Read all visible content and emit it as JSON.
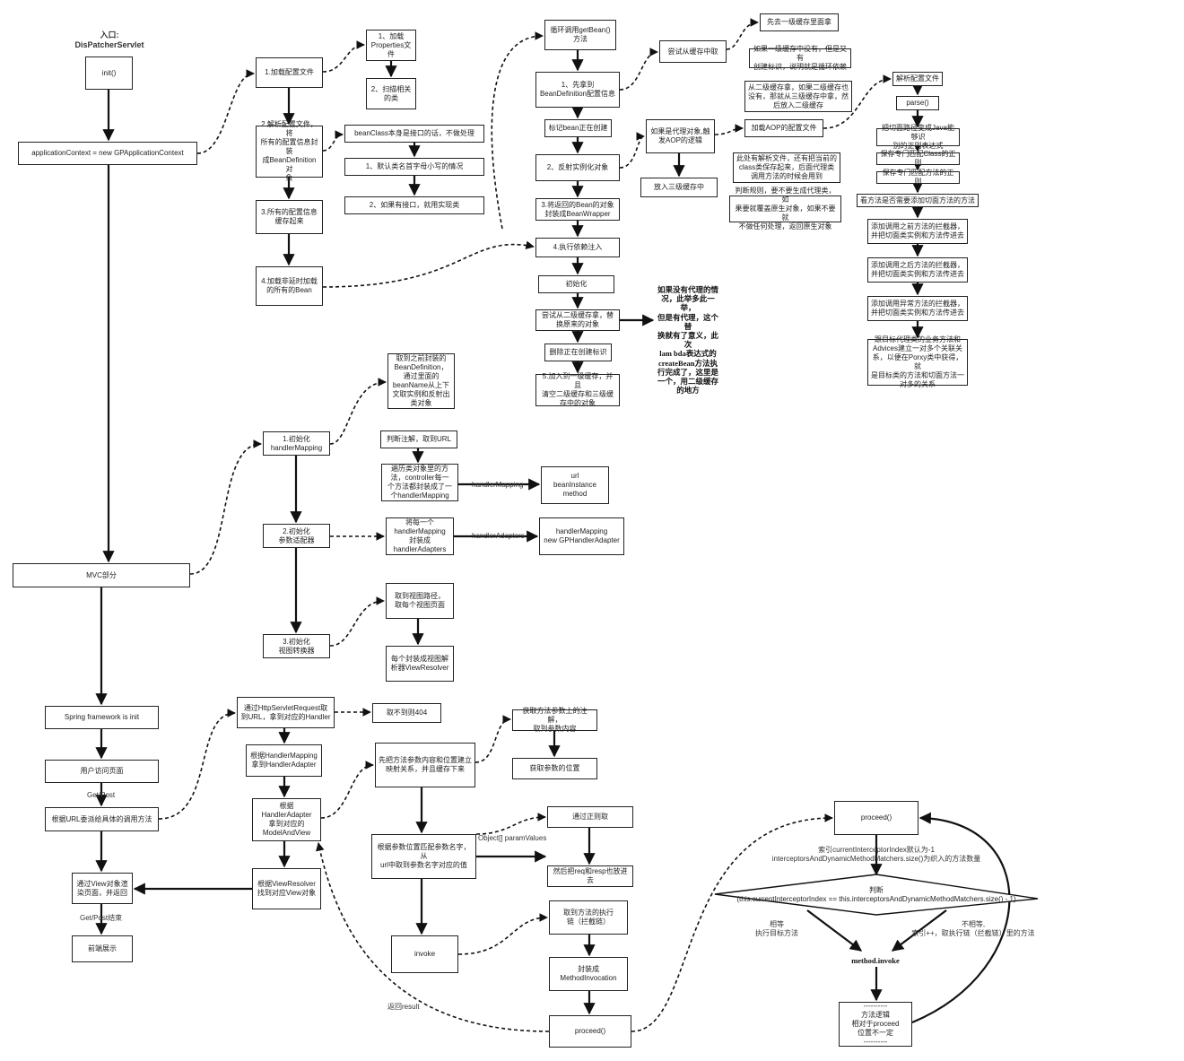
{
  "nodes": {
    "entry": "入口:\nDisPatcherServlet",
    "init": "init()",
    "appctx": "applicationContext = new GPApplicationContext",
    "load_cfg": "1.加载配置文件",
    "load_props": "1、加载\nProperties文\n件",
    "scan_pkg": "2、扫描相关\n的类",
    "parse_cfg": "2.解析配置文件，将\n所有的配置信息封装\n成BeanDefinition对\n象",
    "beanclass": "beanClass本身是接口的话，不做处理",
    "default_name": "1、默认类名首字母小写的情况",
    "iface_name": "2、如果有接口，就用实现类",
    "cache_cfg": "3.所有的配置信息\n缓存起来",
    "load_lazy": "4.加载非延时加载\n的所有的Bean",
    "loop_getbean": "循环调用getBean()\n方法",
    "get_bd": "1、先拿到\nBeanDefinition配置信息",
    "try_cache": "尝试从缓存中取",
    "first_cache": "先去一级缓存里面拿",
    "no_first": "如果一级缓存中没有，但是又有\n创建标识，说明就是循环依赖",
    "second_cache": "从二级缓存拿，如果二级缓存也\n没有，那就从三级缓存中拿，然\n后放入二级缓存",
    "mark_creating": "标记bean正在创建",
    "reflect_inst": "2、反射实例化对象",
    "proxy_aop": "如果是代理对象,触\n发AOP的逻辑",
    "put_third": "放入三级缓存中",
    "load_aop": "加载AOP的配置文件",
    "parse_aop": "此处有解析文件，还有把当前的\nclass类保存起来，后面代理类\n调用方法的时候会用到",
    "judge_proxy": "判断规则，要不要生成代理类，如\n果要就覆盖原生对象，如果不要就\n不做任何处理，返回原生对象",
    "wrap_bean": "3.将返回的Bean的对象\n封装成BeanWrapper",
    "di": "4.执行依赖注入",
    "init_bean": "初始化",
    "try_second": "尝试从二级缓存拿，替\n换原来的对象",
    "del_creating": "删除正在创建标识",
    "put_first": "5.加入到一级缓存，并且\n清空二级缓存和三级缓\n存中的对象",
    "parse_file": "解析配置文件",
    "parse_fn": "parse()",
    "regex_conv": "把切面路径变成Java能够识\n别的正则表达式",
    "save_class": "保存专门匹配Class的正则",
    "save_method": "保存专门匹配方法的正则",
    "need_proxy": "看方法是否需要添加切面方法的方法",
    "before_int": "添加调用之前方法的拦截器，\n并把切面类实例和方法传进去",
    "after_int": "添加调用之后方法的拦截器，\n并把切面类实例和方法传进去",
    "throw_int": "添加调用异常方法的拦截器，\n并把切面类实例和方法传进去",
    "advices": "跟目标代理类的业务方法和\nAdvices建立一对多个关联关\n系，以便在Porxy类中获得，就\n是目标类的方法和切面方法一\n对多的关系",
    "init_hm": "1.初始化\nhandlerMapping",
    "get_bds": "取到之前封装的\nBeanDefinition，\n通过里面的\nbeanName从上下\n文取实例和反射出\n类对象",
    "judge_anno": "判断注解，取到URL",
    "iter_methods": "遍历类对象里的方\n法，controller每一\n个方法都封装成了一\n个handlerMapping",
    "url_box": "url\nbeanInstance\nmethod",
    "init_ha": "2.初始化\n参数适配器",
    "wrap_ha": "将每一个\nhandlerMapping\n封装成\nhandlerAdapters",
    "ha_box": "handlerMapping\nnew GPHandlerAdapter",
    "mvc": "MVC部分",
    "init_vr": "3.初始化\n视图转换器",
    "get_view_path": "取到视图路径，\n取每个视图页面",
    "wrap_vr": "每个封装成视图解\n析器ViewResolver",
    "spring_init": "Spring framework is init",
    "user_visit": "用户访问页面",
    "dispatch_url": "根据URL委派给具体的调用方法",
    "view_render": "通过View对象渲\n染页面，并返回",
    "front_show": "前端展示",
    "get_handler": "通过HttpServletRequest取\n到URL，拿到对应的Handler",
    "not_found": "取不到则404",
    "get_adapter": "根据HandlerMapping\n拿到HandlerAdapter",
    "get_mav": "根据\nHandlerAdapter\n拿到对应的\nModelAndView",
    "get_view": "根据ViewResolver\n找到对应View对象",
    "build_param": "先把方法参数内容和位置建立\n映射关系，并且缓存下来",
    "get_param_anno": "获取方法参数上的注解，\n取到参数内容",
    "get_param_pos": "获取参数的位置",
    "match_param": "根据参数位置匹配参数名字，从\nurl中取到参数名字对应的值",
    "regex_get": "通过正则取",
    "put_req": "然后把req和resp也放进去",
    "invoke": "invoke",
    "get_chain": "取到方法的执行\n链（拦截链）",
    "wrap_mi": "封装成\nMethodInvocation",
    "proceed_a": "proceed()",
    "proceed_b": "proceed()",
    "logic": "----------\n方法逻辑\n相对于proceed\n位置不一定\n----------"
  },
  "labels": {
    "hm_arrow": "handlerMapping",
    "ha_arrow": "handlerAdapters",
    "get_post": "Get/Post",
    "get_post_end": "Get/Post结束",
    "param_values": "Object[] paramValues",
    "return_result": "返回result",
    "proxy_note": "如果没有代理的情\n况，此举多此一举，\n但是有代理，这个替\n换就有了意义，此次\nlam bda表达式的\ncreateBean方法执\n行完成了，这里是\n一个，用二级缓存\n的地方",
    "index_note": "索引currentInterceptorIndex默认为-1\ninterceptorsAndDynamicMethodMatchers.size()为织入的方法数量",
    "judge": "判断\n(this.currentInterceptorIndex == this.interceptorsAndDynamicMethodMatchers.size() - 1)",
    "equal": "相等\n执行目标方法",
    "not_equal": "不相等,\n索引++，取执行链（拦截链）里的方法",
    "method_invoke": "method.invoke"
  }
}
